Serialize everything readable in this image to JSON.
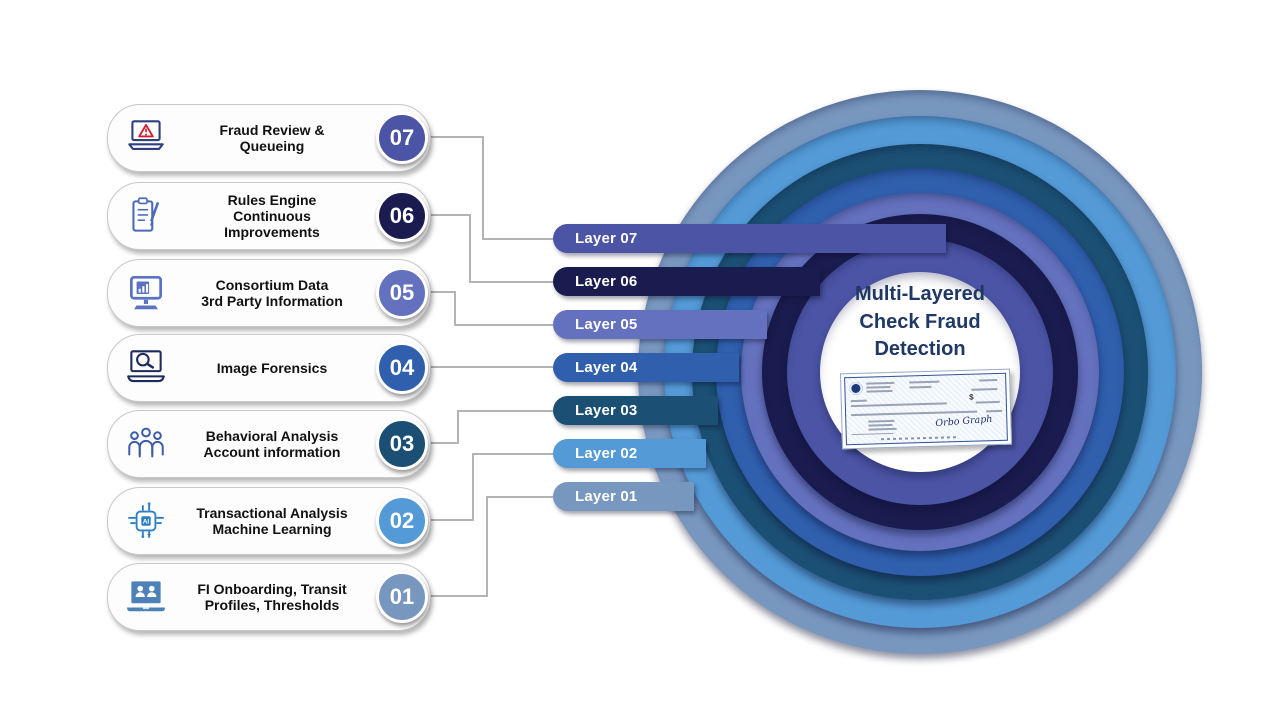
{
  "title_lines": [
    "Multi-Layered",
    "Check Fraud",
    "Detection"
  ],
  "layers": [
    {
      "num": "07",
      "label": "Layer 07",
      "color": "#4B54A5",
      "icon": "laptop-alert-icon",
      "card_lines": [
        "Fraud Review &",
        "Queueing"
      ]
    },
    {
      "num": "06",
      "label": "Layer 06",
      "color": "#1A1C4F",
      "icon": "clipboard-pencil-icon",
      "card_lines": [
        "Rules Engine",
        "Continuous",
        "Improvements"
      ]
    },
    {
      "num": "05",
      "label": "Layer 05",
      "color": "#6471BE",
      "icon": "monitor-chart-icon",
      "card_lines": [
        "Consortium Data",
        "3rd Party Information"
      ]
    },
    {
      "num": "04",
      "label": "Layer 04",
      "color": "#2F5FAD",
      "icon": "laptop-magnifier-icon",
      "card_lines": [
        "Image Forensics"
      ]
    },
    {
      "num": "03",
      "label": "Layer 03",
      "color": "#1B5074",
      "icon": "people-group-icon",
      "card_lines": [
        "Behavioral Analysis",
        "Account information"
      ]
    },
    {
      "num": "02",
      "label": "Layer 02",
      "color": "#539AD6",
      "icon": "ai-chip-icon",
      "icon_text": "AI",
      "card_lines": [
        "Transactional Analysis",
        "Machine Learning"
      ]
    },
    {
      "num": "01",
      "label": "Layer 01",
      "color": "#7897BF",
      "icon": "laptop-team-icon",
      "card_lines": [
        "FI Onboarding, Transit",
        "Profiles, Thresholds"
      ]
    }
  ],
  "check": {
    "signature": "Orbo Graph",
    "dollar_sign": "$"
  },
  "connector_color": "#b3b3b3"
}
